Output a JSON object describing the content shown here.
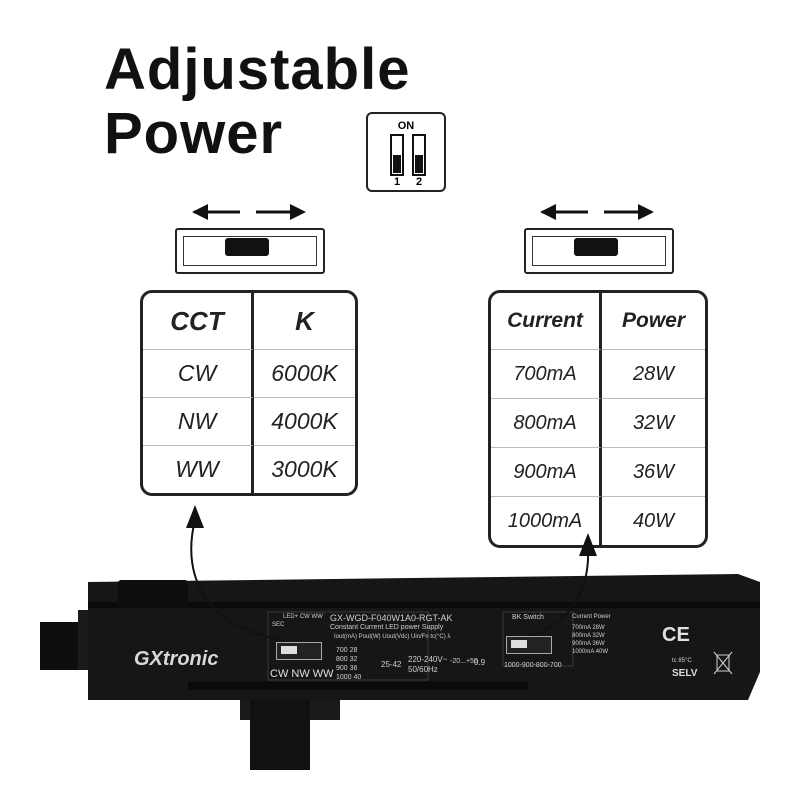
{
  "headline": {
    "line1": "Adjustable",
    "line2": "Power"
  },
  "dip_switch": {
    "on_label": "ON",
    "pos1": "1",
    "pos2": "2"
  },
  "cct_table": {
    "headers": [
      "CCT",
      "K"
    ],
    "rows": [
      [
        "CW",
        "6000K"
      ],
      [
        "NW",
        "4000K"
      ],
      [
        "WW",
        "3000K"
      ]
    ]
  },
  "power_table": {
    "headers": [
      "Current",
      "Power"
    ],
    "rows": [
      [
        "700mA",
        "28W"
      ],
      [
        "800mA",
        "32W"
      ],
      [
        "900mA",
        "36W"
      ],
      [
        "1000mA",
        "40W"
      ]
    ]
  },
  "driver": {
    "brand": "GXtronic",
    "model": "GX-WGD-F040W1A0-RGT-AK",
    "subtitle": "Constant Current LED power Supply",
    "led_labels": "LED+ CW WW",
    "sec_label": "SEC",
    "cct_switch_labels": "CW NW WW",
    "spec_headers": "Iout(mA) Pout(W) Uout(Vdc) Uin/Fn tc(°C) λ",
    "spec_rows": [
      "700 28",
      "800 32",
      "900 36",
      "1000 40"
    ],
    "vout": "25-42",
    "vin": "220-240V~",
    "freq": "50/60Hz",
    "temp": "-20...+50",
    "pf": "0.9",
    "bk_switch_label": "BK Switch",
    "bk_values": "1000-900-800-700",
    "mini_table_header": "Current Power",
    "mini_table_rows": [
      "700mA 28W",
      "800mA 32W",
      "900mA 36W",
      "1000mA 40W"
    ],
    "ce": "CE",
    "tc_label": "tc 85°C",
    "selv": "SELV"
  },
  "colors": {
    "ink": "#111111",
    "driver_body": "#141414",
    "driver_text": "#d8d8d8",
    "table_line": "#bbbbbb"
  }
}
